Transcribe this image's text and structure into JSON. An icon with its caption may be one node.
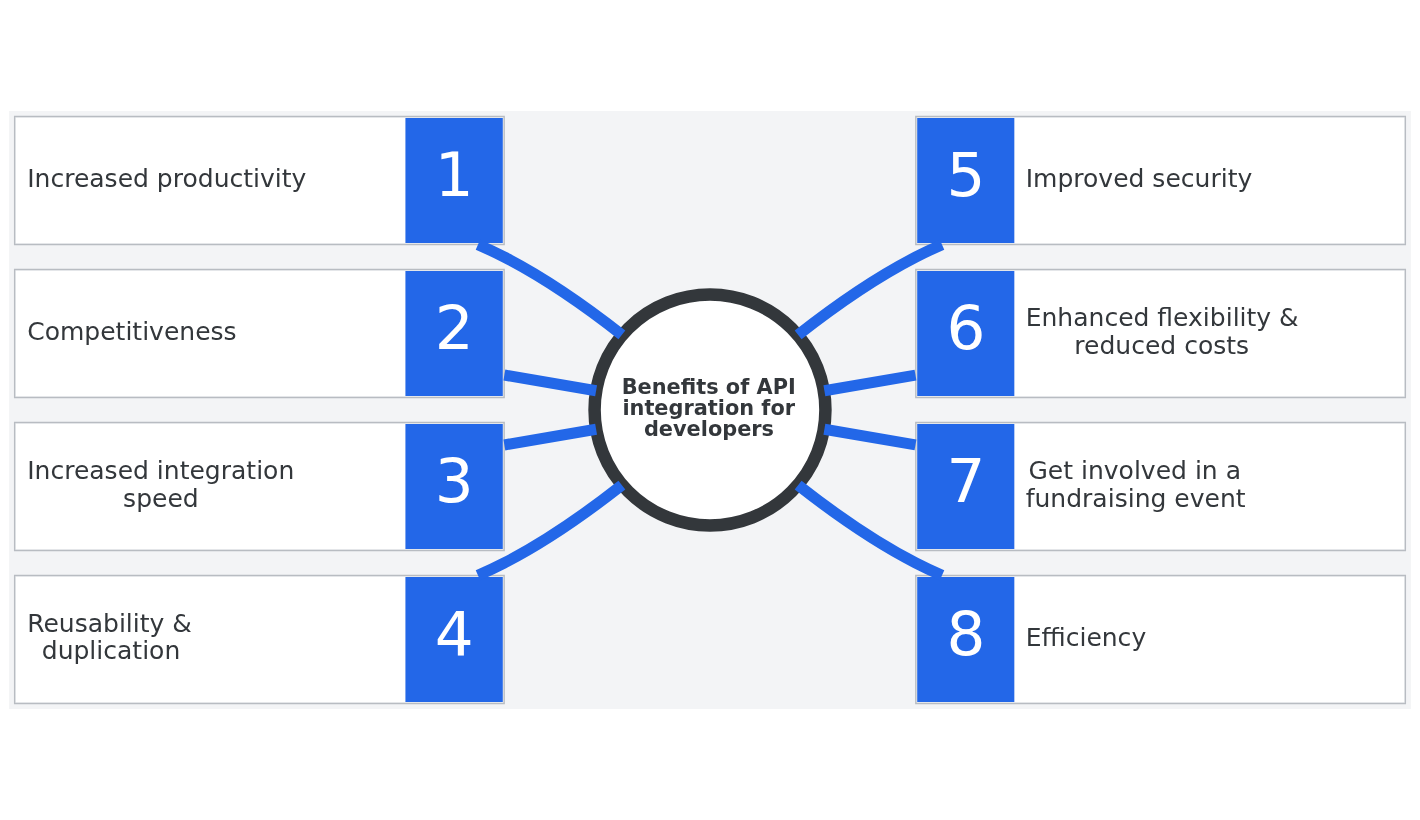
{
  "diagram": {
    "nodes": [
      {
        "text": [
          "Benefits of API integration for developers"
        ]
      },
      {
        "text": [
          "Increased productivity",
          "1"
        ]
      },
      {
        "text": [
          "Competitiveness",
          "2"
        ]
      },
      {
        "text": [
          "Increased integration speed",
          "3"
        ]
      },
      {
        "text": [
          "Reusability & duplication",
          "4"
        ]
      },
      {
        "text": [
          "5",
          "Improved security"
        ]
      },
      {
        "text": [
          "6",
          "Enhanced flexibility & reduced costs"
        ]
      },
      {
        "text": [
          "7",
          "Get involved in a fundraising event"
        ]
      },
      {
        "text": [
          "8",
          "Efficiency"
        ]
      }
    ],
    "edges": [
      {
        "from": 1,
        "to": 0,
        "arrow": "none"
      },
      {
        "from": 2,
        "to": 0,
        "arrow": "none"
      },
      {
        "from": 3,
        "to": 0,
        "arrow": "none"
      },
      {
        "from": 4,
        "to": 0,
        "arrow": "none"
      },
      {
        "from": 0,
        "to": 5,
        "arrow": "none"
      },
      {
        "from": 0,
        "to": 6,
        "arrow": "none"
      },
      {
        "from": 0,
        "to": 7,
        "arrow": "none"
      },
      {
        "from": 0,
        "to": 8,
        "arrow": "none"
      }
    ]
  }
}
